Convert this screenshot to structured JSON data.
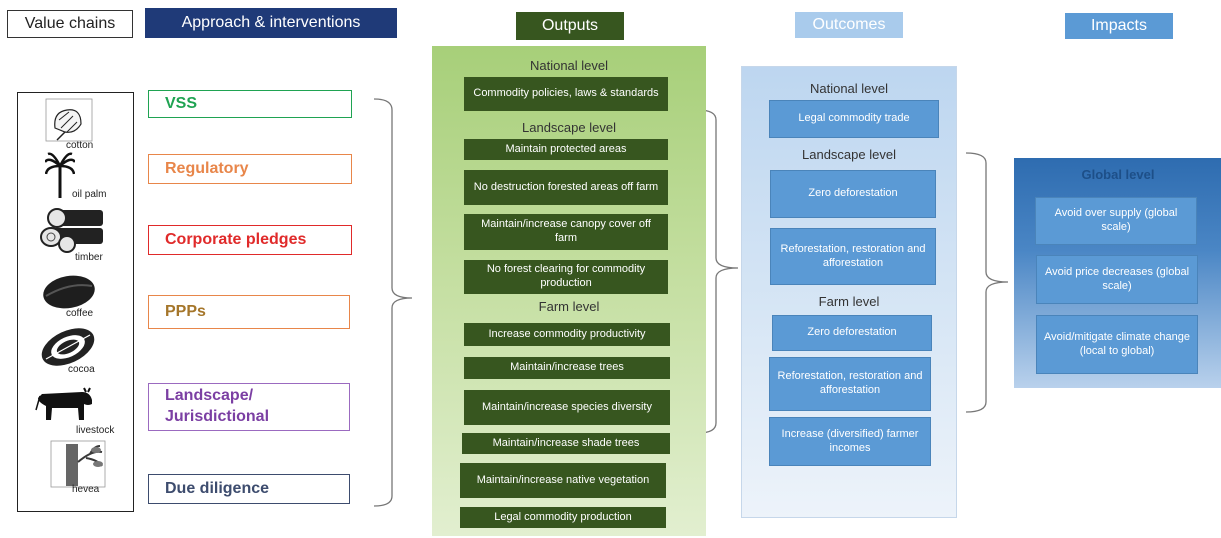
{
  "headers": {
    "value_chains": "Value chains",
    "approach": "Approach & interventions",
    "outputs": "Outputs",
    "outcomes": "Outcomes",
    "impacts": "Impacts"
  },
  "value_chains": [
    {
      "label": "cotton",
      "icon": "cotton-icon"
    },
    {
      "label": "oil palm",
      "icon": "palm-tree-icon"
    },
    {
      "label": "timber",
      "icon": "log-icon"
    },
    {
      "label": "coffee",
      "icon": "coffee-bean-icon"
    },
    {
      "label": "cocoa",
      "icon": "cocoa-pod-icon"
    },
    {
      "label": "livestock",
      "icon": "cow-icon"
    },
    {
      "label": "hevea",
      "icon": "rubber-tree-icon"
    }
  ],
  "approaches": [
    {
      "label": "VSS",
      "color": "#1fa352"
    },
    {
      "label": "Regulatory",
      "color": "#e8864a"
    },
    {
      "label": "Corporate pledges",
      "color": "#e02a2a"
    },
    {
      "label": "PPPs",
      "color": "#a5762a"
    },
    {
      "label": "Landscape/ Jurisdictional",
      "color": "#7b3fa3"
    },
    {
      "label": "Due diligence",
      "color": "#3d4c6e"
    }
  ],
  "outputs": {
    "national_level": "National level",
    "national": [
      "Commodity policies, laws & standards"
    ],
    "landscape_level": "Landscape level",
    "landscape": [
      "Maintain protected areas",
      "No destruction forested  areas off farm",
      "Maintain/increase canopy cover off farm",
      "No forest clearing for commodity production"
    ],
    "farm_level": "Farm level",
    "farm": [
      "Increase commodity productivity",
      "Maintain/increase trees",
      "Maintain/increase species diversity",
      "Maintain/increase shade trees",
      "Maintain/increase native vegetation",
      "Legal commodity production"
    ]
  },
  "outcomes": {
    "national_level": "National level",
    "national": [
      "Legal commodity trade"
    ],
    "landscape_level": "Landscape level",
    "landscape": [
      "Zero deforestation",
      "Reforestation, restoration and afforestation"
    ],
    "farm_level": "Farm level",
    "farm": [
      "Zero deforestation",
      "Reforestation, restoration and afforestation",
      "Increase (diversified) farmer incomes"
    ]
  },
  "impacts": {
    "global_level": "Global level",
    "items": [
      "Avoid over supply (global scale)",
      "Avoid price decreases (global scale)",
      "Avoid/mitigate climate change (local to global)"
    ]
  },
  "colors": {
    "dark_green": "#37561f",
    "light_green_panel": "#b6d68c",
    "blue_header": "#5b9ad5",
    "navy_header": "#1f3a78",
    "light_blue_panel": "#cfe0f3",
    "impact_panel": "#4a86c5"
  }
}
